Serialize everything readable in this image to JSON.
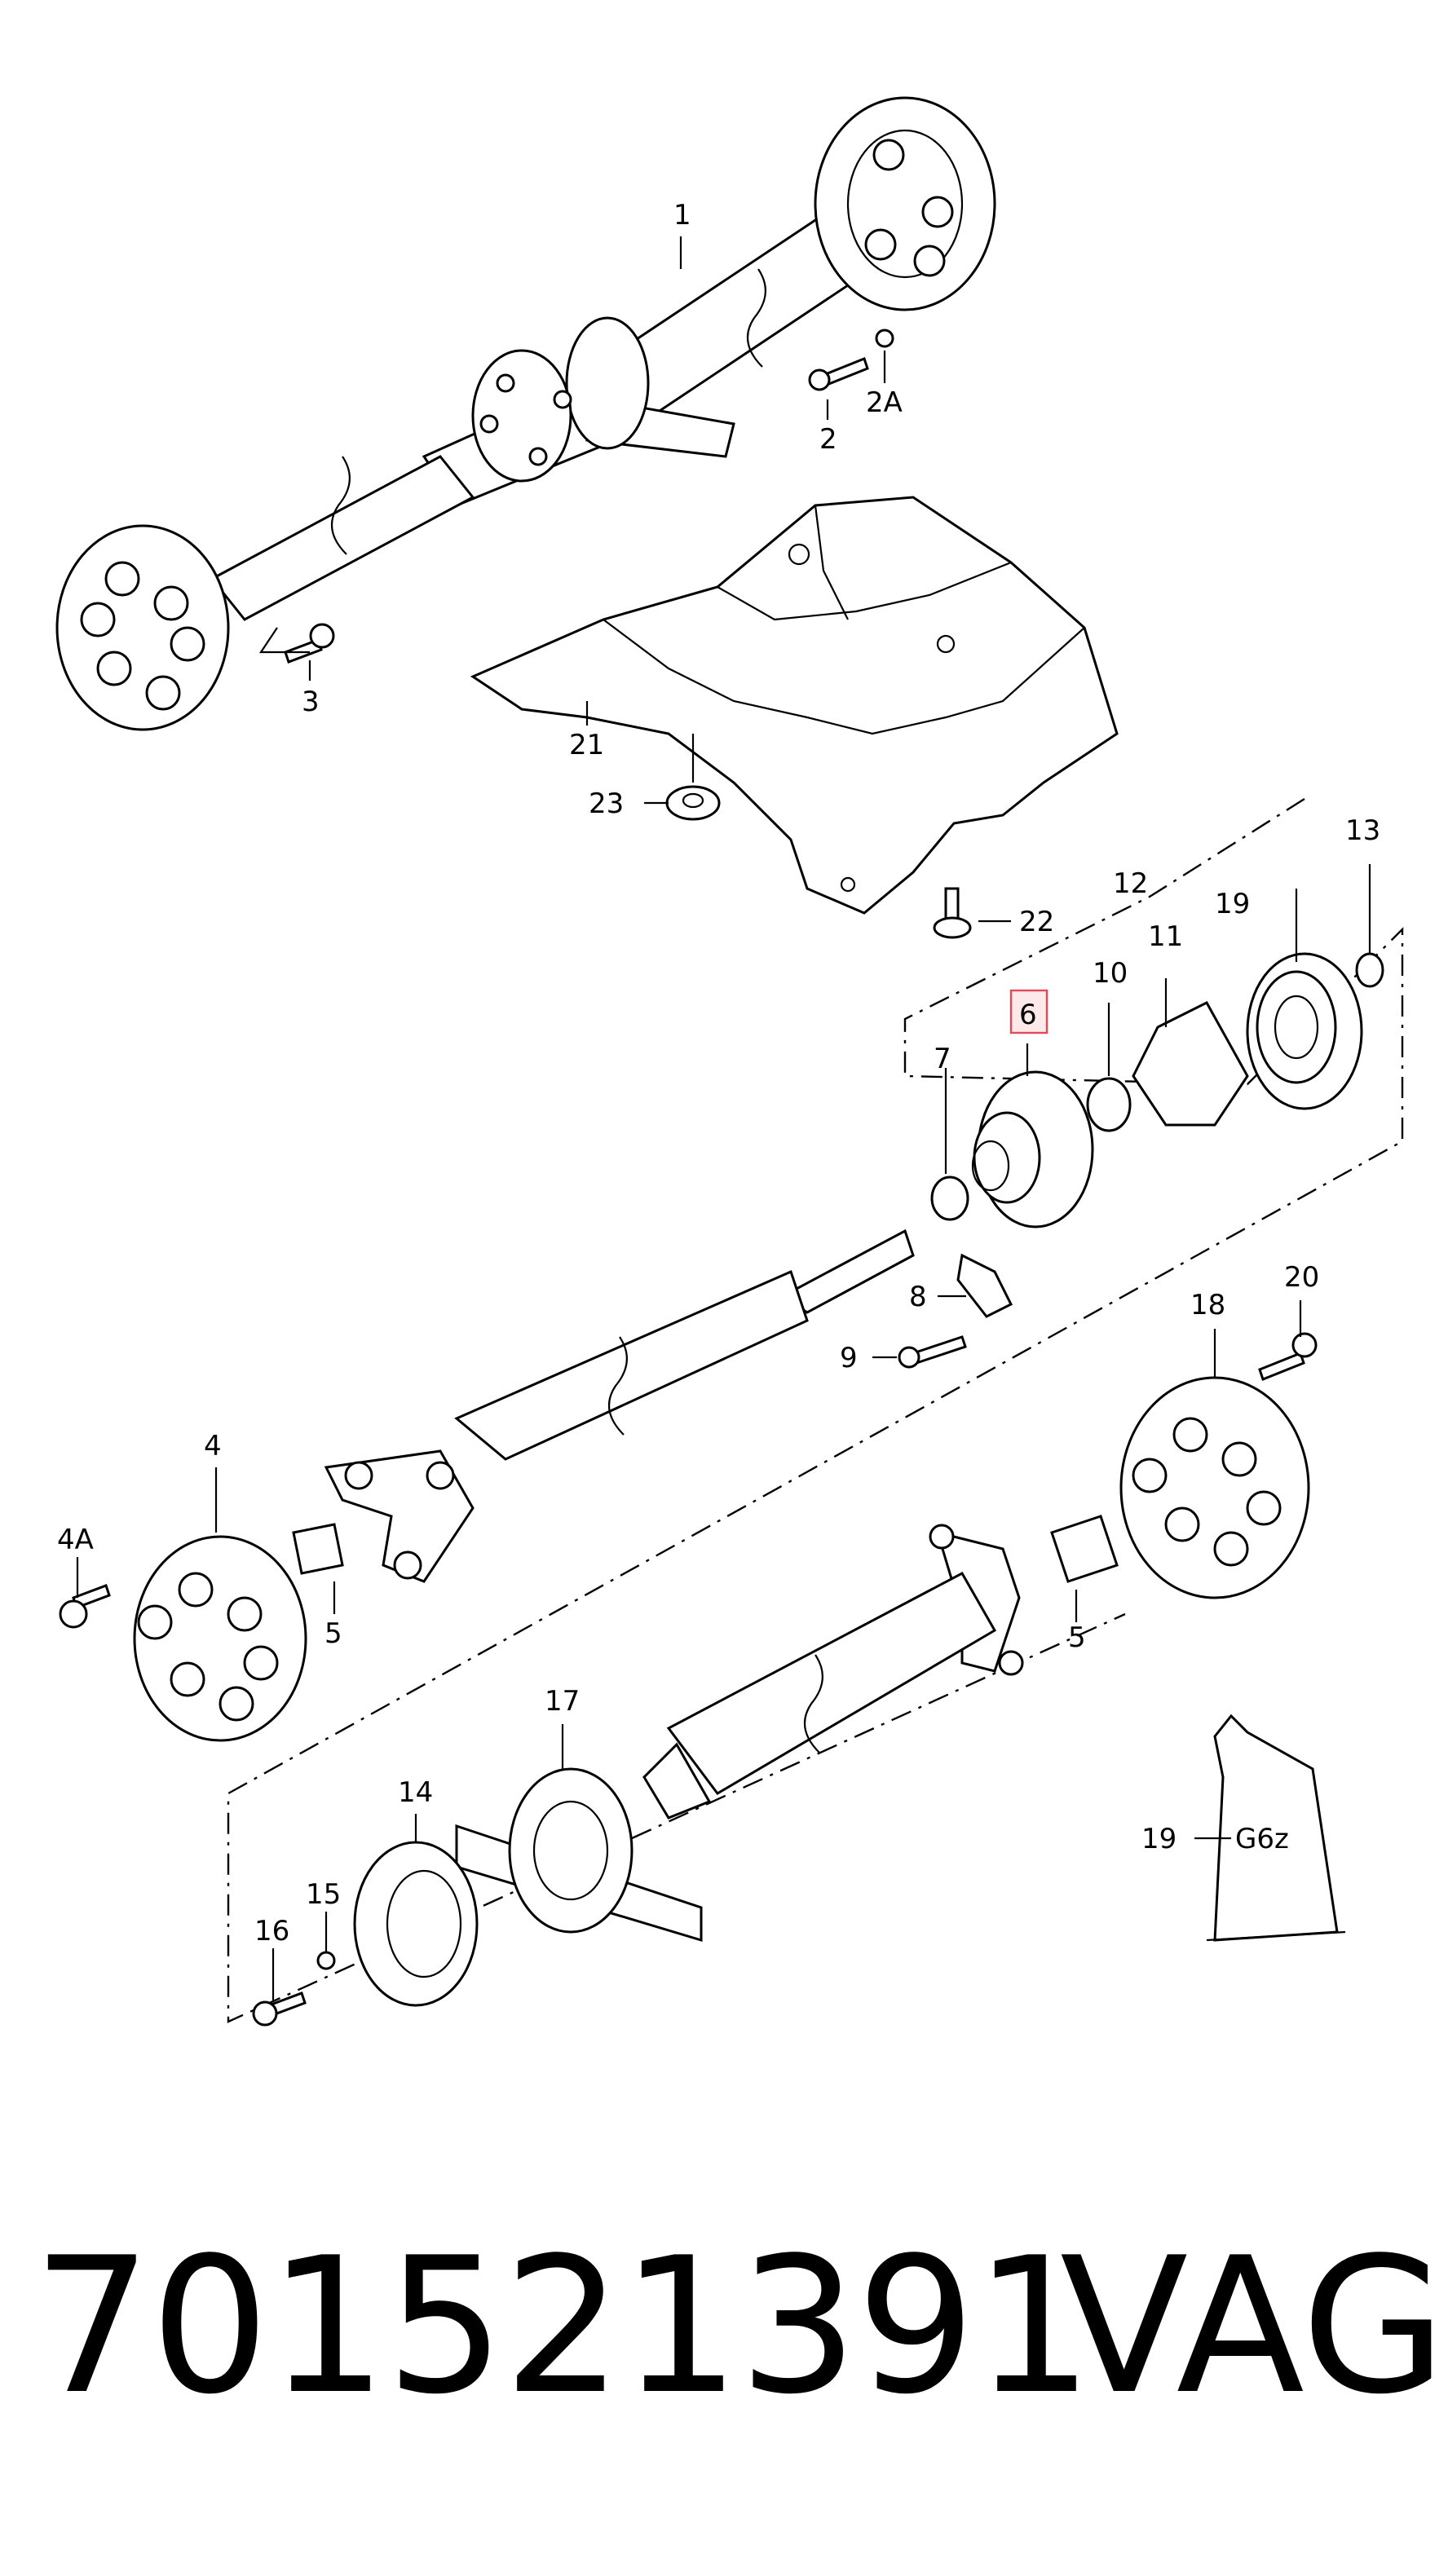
{
  "labels": {
    "l1": "1",
    "l2": "2",
    "l2a": "2A",
    "l3": "3",
    "l21": "21",
    "l23": "23",
    "l22": "22",
    "l12": "12",
    "l13": "13",
    "l19a": "19",
    "l11": "11",
    "l10": "10",
    "l6": "6",
    "l7": "7",
    "l8": "8",
    "l9": "9",
    "l4": "4",
    "l4a": "4A",
    "l5a": "5",
    "l5b": "5",
    "l18": "18",
    "l20": "20",
    "l17": "17",
    "l14": "14",
    "l15": "15",
    "l16": "16",
    "l19b": "19",
    "tube": "G6z"
  },
  "footer": {
    "part_number": "701521391",
    "brand": "VAG"
  },
  "colors": {
    "highlight_border": "#e04a5a",
    "highlight_fill": "#fde8ea"
  }
}
